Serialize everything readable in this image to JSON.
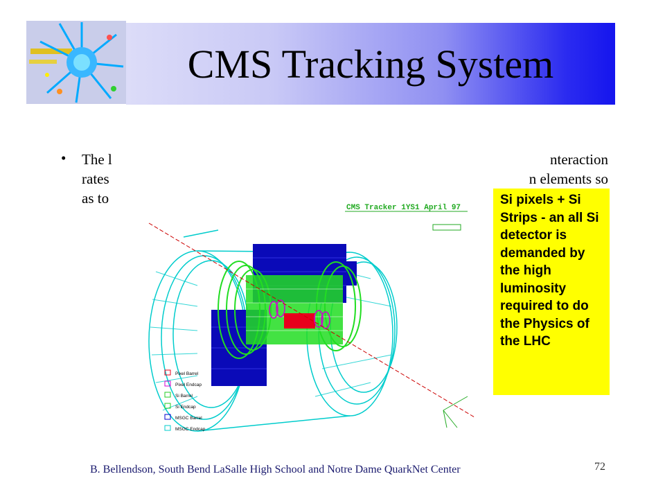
{
  "slide": {
    "title": "CMS Tracking System",
    "bullet_text": "The l                                                                                        nteraction rates                                                                               n elements so as to",
    "bullet_line1_left": "The l",
    "bullet_line1_right": "nteraction",
    "bullet_line2_left": "rates",
    "bullet_line2_right": "n elements so",
    "bullet_line3_left": "as to",
    "callout_text": "Si pixels + Si Strips - an all Si detector is demanded by the high luminosity required to do the Physics of the LHC",
    "footer": "B. Bellendson, South Bend LaSalle High School and Notre Dame QuarkNet Center",
    "page_number": "72"
  },
  "figure": {
    "label": "CMS Tracker 1YS1 April 97",
    "legend": [
      {
        "label": "Pixel Barrel",
        "color": "#e8001c"
      },
      {
        "label": "Pixel Endcap",
        "color": "#d000d0"
      },
      {
        "label": "Si Barrel",
        "color": "#22cc22"
      },
      {
        "label": "Si Endcap",
        "color": "#22cc22"
      },
      {
        "label": "MSGC Barrel",
        "color": "#0000cc"
      },
      {
        "label": "MSGC Endcap",
        "color": "#00cccc"
      }
    ]
  },
  "colors": {
    "callout_bg": "#ffff00",
    "title_gradient_end": "#1515ee"
  }
}
